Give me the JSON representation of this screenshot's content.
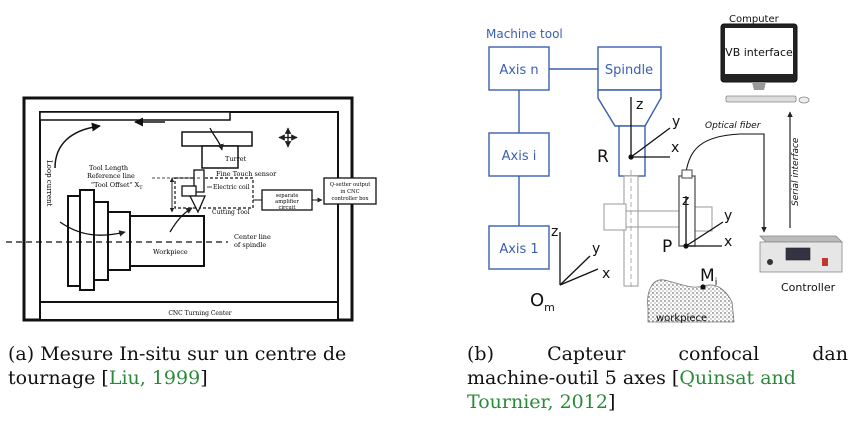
{
  "left_figure": {
    "labels": {
      "loop_current": "Loop current",
      "turret": "Turret",
      "fine_touch_sensor": "Fine Touch sensor",
      "tool_length": "Tool Length",
      "reference_line": "Reference line",
      "tool_offset": "\"Tool Offset\" X",
      "tool_offset_sub": "T",
      "electric_coil": "Electric coil",
      "cutting_tool": "Cutting Tool",
      "amp_line1": "separate",
      "amp_line2": "amplifier",
      "amp_line3": "circuit",
      "qsetter_line1": "Q-setter output",
      "qsetter_line2": "in CNC",
      "qsetter_line3": "controller box",
      "center_line1": "Center line",
      "center_line2": "of spindle",
      "workpiece": "Workpiece",
      "cnc_center": "CNC Turning Center"
    }
  },
  "right_figure": {
    "labels": {
      "machine_tool": "Machine tool",
      "axis_n": "Axis n",
      "axis_i": "Axis i",
      "axis_1": "Axis 1",
      "spindle": "Spindle",
      "computer": "Computer",
      "vb_interface": "VB interface",
      "optical_fiber": "Optical fiber",
      "serial_interface": "Serial interface",
      "controller": "Controller",
      "workpiece": "workpiece",
      "R": "R",
      "P": "P",
      "M": "M",
      "M_sub": "i",
      "O": "O",
      "O_sub": "m",
      "x": "x",
      "y": "y",
      "z": "z"
    }
  },
  "captions": {
    "a_line1": "(a) Mesure In-situ sur un centre de",
    "a_line2_text": "tournage [",
    "a_cite": "Liu, 1999",
    "a_line2_end": "]",
    "b_line1_w1": "(b)",
    "b_line1_w2": "Capteur",
    "b_line1_w3": "confocal",
    "b_line1_w4": "dan",
    "b_line2_text": "machine-outil 5 axes [",
    "b_cite_1": "Quinsat and",
    "b_cite_2": "Tournier, 2012",
    "b_line3_end": "]"
  },
  "colors": {
    "blue": "#3a5fb0",
    "cite_green": "#2a8a3a"
  }
}
